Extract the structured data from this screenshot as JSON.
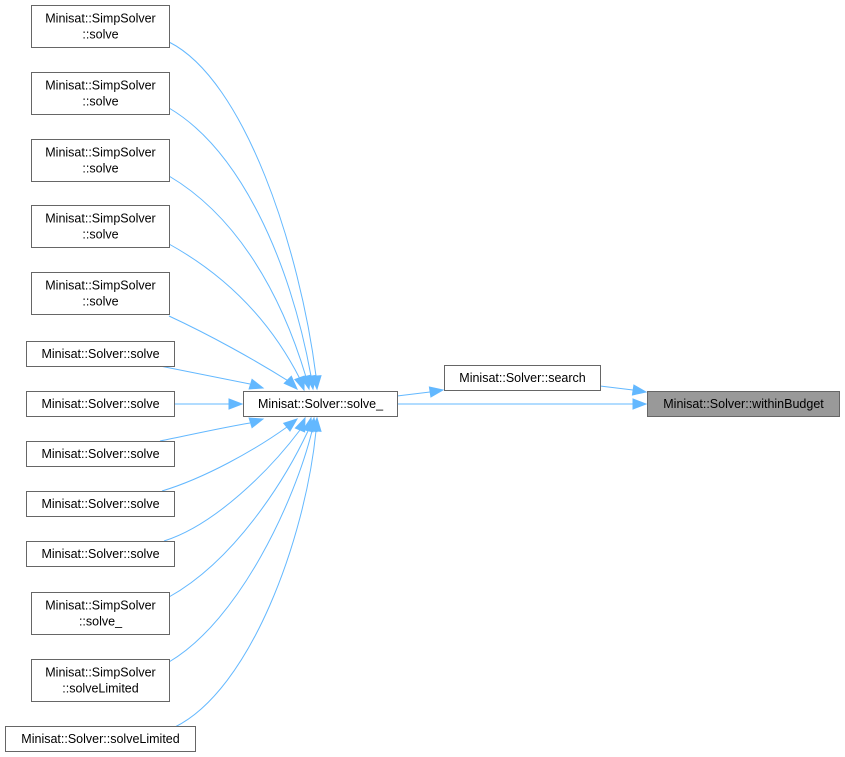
{
  "diagram": {
    "type": "call-graph",
    "target": {
      "id": "withinBudget",
      "label": [
        "Minisat::Solver::withinBudget"
      ],
      "highlighted": true
    },
    "nodes": [
      {
        "id": "n1",
        "label": [
          "Minisat::SimpSolver",
          "::solve"
        ]
      },
      {
        "id": "n2",
        "label": [
          "Minisat::SimpSolver",
          "::solve"
        ]
      },
      {
        "id": "n3",
        "label": [
          "Minisat::SimpSolver",
          "::solve"
        ]
      },
      {
        "id": "n4",
        "label": [
          "Minisat::SimpSolver",
          "::solve"
        ]
      },
      {
        "id": "n5",
        "label": [
          "Minisat::SimpSolver",
          "::solve"
        ]
      },
      {
        "id": "n6",
        "label": [
          "Minisat::Solver::solve"
        ]
      },
      {
        "id": "n7",
        "label": [
          "Minisat::Solver::solve"
        ]
      },
      {
        "id": "n8",
        "label": [
          "Minisat::Solver::solve"
        ]
      },
      {
        "id": "n9",
        "label": [
          "Minisat::Solver::solve"
        ]
      },
      {
        "id": "n10",
        "label": [
          "Minisat::Solver::solve"
        ]
      },
      {
        "id": "n11",
        "label": [
          "Minisat::SimpSolver",
          "::solve_"
        ]
      },
      {
        "id": "n12",
        "label": [
          "Minisat::SimpSolver",
          "::solveLimited"
        ]
      },
      {
        "id": "n13",
        "label": [
          "Minisat::Solver::solveLimited"
        ]
      },
      {
        "id": "solve_",
        "label": [
          "Minisat::Solver::solve_"
        ]
      },
      {
        "id": "search",
        "label": [
          "Minisat::Solver::search"
        ]
      },
      {
        "id": "withinBudget",
        "label": [
          "Minisat::Solver::withinBudget"
        ],
        "highlighted": true
      }
    ],
    "edges": [
      {
        "from": "n1",
        "to": "solve_"
      },
      {
        "from": "n2",
        "to": "solve_"
      },
      {
        "from": "n3",
        "to": "solve_"
      },
      {
        "from": "n4",
        "to": "solve_"
      },
      {
        "from": "n5",
        "to": "solve_"
      },
      {
        "from": "n6",
        "to": "solve_"
      },
      {
        "from": "n7",
        "to": "solve_"
      },
      {
        "from": "n8",
        "to": "solve_"
      },
      {
        "from": "n9",
        "to": "solve_"
      },
      {
        "from": "n10",
        "to": "solve_"
      },
      {
        "from": "n11",
        "to": "solve_"
      },
      {
        "from": "n12",
        "to": "solve_"
      },
      {
        "from": "n13",
        "to": "solve_"
      },
      {
        "from": "solve_",
        "to": "search"
      },
      {
        "from": "search",
        "to": "withinBudget"
      },
      {
        "from": "solve_",
        "to": "withinBudget"
      }
    ],
    "colors": {
      "edge": "#63b8ff",
      "node_border": "#666666",
      "node_fill": "#ffffff",
      "highlight_fill": "#999999"
    }
  }
}
